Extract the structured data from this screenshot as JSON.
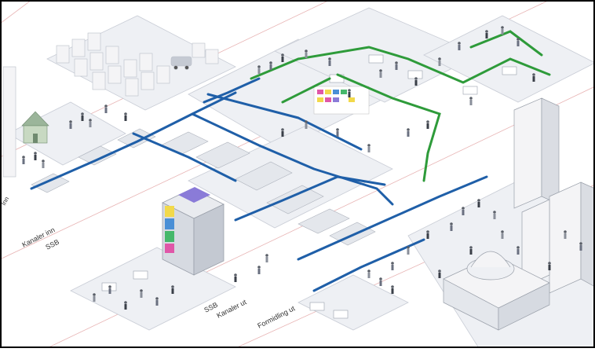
{
  "labels": {
    "kanaler_inn": "Kanaler inn",
    "ssb_left": "SSB",
    "ssb_bottom": "SSB",
    "kanaler_ut": "Kanaler ut",
    "formidling_ut": "Formidling ut",
    "inn": "Inn"
  },
  "colors": {
    "background": "#ffffff",
    "frame": "#000000",
    "blue_flow": "#1f5fa8",
    "green_flow": "#2e9b3a",
    "red_lines": "#e8b4b4",
    "platform": "#eef0f4",
    "platform_edge": "#c9cdd6",
    "building": "#f4f4f6",
    "building_shadow": "#dadde3",
    "server_colors": [
      "#f2d94a",
      "#4a8fd6",
      "#45b86a",
      "#e057a8",
      "#8a7bd8"
    ]
  },
  "icons": [
    "server-tower-icon",
    "car-icon",
    "people-icon",
    "city-building-icon",
    "domed-building-icon",
    "house-icon",
    "computer-desk-icon"
  ]
}
